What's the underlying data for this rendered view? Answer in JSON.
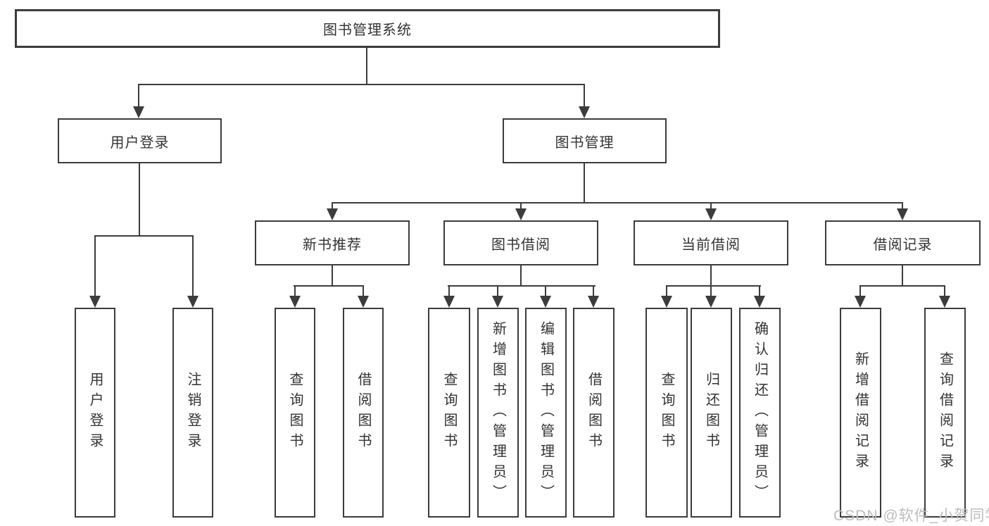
{
  "diagram": {
    "root": "图书管理系统",
    "branches": [
      {
        "label": "用户登录",
        "children": [
          "用户登录",
          "注销登录"
        ]
      },
      {
        "label": "图书管理",
        "sections": [
          {
            "label": "新书推荐",
            "children": [
              "查询图书",
              "借阅图书"
            ]
          },
          {
            "label": "图书借阅",
            "children": [
              "查询图书",
              "新增图书（管理员）",
              "编辑图书（管理员）",
              "借阅图书"
            ]
          },
          {
            "label": "当前借阅",
            "children": [
              "查询图书",
              "归还图书",
              "确认归还（管理员）"
            ]
          },
          {
            "label": "借阅记录",
            "children": [
              "新增借阅记录",
              "查询借阅记录"
            ]
          }
        ]
      }
    ]
  },
  "watermark": {
    "text": "CSDN @软件_小贺同学"
  },
  "colors": {
    "line": "#3c3c3c",
    "text": "#333333",
    "watermark": "#bdbdbd",
    "background": "#ffffff"
  }
}
